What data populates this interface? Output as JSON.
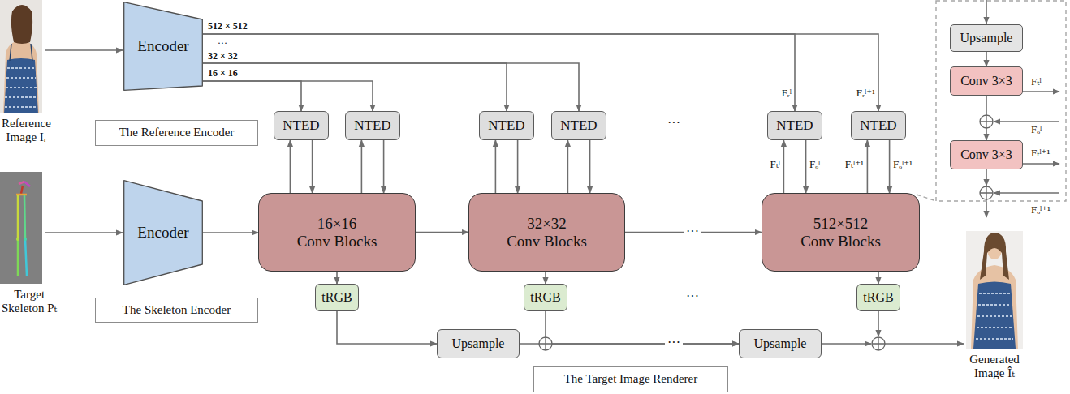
{
  "diagram": {
    "nodes": [
      {
        "text": [
          "Encoder"
        ]
      },
      {
        "text": [
          "The Reference Encoder"
        ]
      },
      {
        "text": [
          "NTED"
        ]
      },
      {
        "text": [
          "NTED"
        ]
      },
      {
        "text": [
          "NTED"
        ]
      },
      {
        "text": [
          "NTED"
        ]
      },
      {
        "text": [
          "NTED"
        ]
      },
      {
        "text": [
          "NTED"
        ]
      },
      {
        "text": [
          "Upsample"
        ]
      },
      {
        "text": [
          "Conv 3×3"
        ]
      },
      {
        "text": [
          "Conv 3×3"
        ]
      },
      {
        "text": [
          "Encoder"
        ]
      },
      {
        "text": [
          "16×16 Conv Blocks"
        ]
      },
      {
        "text": [
          "32×32 Conv Blocks"
        ]
      },
      {
        "text": [
          "512×512 Conv Blocks"
        ]
      },
      {
        "text": [
          "The Skeleton Encoder"
        ]
      },
      {
        "text": [
          "tRGB"
        ]
      },
      {
        "text": [
          "tRGB"
        ]
      },
      {
        "text": [
          "tRGB"
        ]
      },
      {
        "text": [
          "Upsample"
        ]
      },
      {
        "text": [
          "Upsample"
        ]
      },
      {
        "text": [
          "The Target Image Renderer"
        ]
      }
    ],
    "edges": [
      {
        "from": 0,
        "to": 2,
        "arrow": "to"
      },
      {
        "from": 0,
        "to": 3,
        "arrow": "to"
      },
      {
        "from": 0,
        "to": 4,
        "arrow": "to"
      },
      {
        "from": 0,
        "to": 5,
        "arrow": "to"
      },
      {
        "from": 0,
        "to": 6,
        "arrow": "to"
      },
      {
        "from": 0,
        "to": 7,
        "arrow": "to"
      },
      {
        "from": 11,
        "to": 12,
        "arrow": "to"
      },
      {
        "from": 12,
        "to": 2,
        "arrow": "to"
      },
      {
        "from": 2,
        "to": 12,
        "arrow": "to"
      },
      {
        "from": 12,
        "to": 3,
        "arrow": "to"
      },
      {
        "from": 3,
        "to": 12,
        "arrow": "to"
      },
      {
        "from": 13,
        "to": 4,
        "arrow": "to"
      },
      {
        "from": 4,
        "to": 13,
        "arrow": "to"
      },
      {
        "from": 13,
        "to": 5,
        "arrow": "to"
      },
      {
        "from": 5,
        "to": 13,
        "arrow": "to"
      },
      {
        "from": 14,
        "to": 6,
        "arrow": "to"
      },
      {
        "from": 6,
        "to": 14,
        "arrow": "to"
      },
      {
        "from": 14,
        "to": 7,
        "arrow": "to"
      },
      {
        "from": 7,
        "to": 14,
        "arrow": "to"
      },
      {
        "from": 12,
        "to": 13,
        "arrow": "to"
      },
      {
        "from": 13,
        "to": 14,
        "arrow": "to"
      },
      {
        "from": 12,
        "to": 16,
        "arrow": "to"
      },
      {
        "from": 13,
        "to": 17,
        "arrow": "to"
      },
      {
        "from": 14,
        "to": 18,
        "arrow": "to"
      },
      {
        "from": 16,
        "to": 19,
        "arrow": "to"
      },
      {
        "from": 19,
        "to": 20,
        "arrow": "to"
      },
      {
        "from": 17,
        "to": 20,
        "arrow": "to"
      },
      {
        "from": 8,
        "to": 9,
        "arrow": "to"
      },
      {
        "from": 9,
        "to": 10,
        "arrow": "to"
      }
    ],
    "labels": [
      "Reference Image Iᵣ",
      "Target Skeleton Pₜ",
      "Generated Image Îₜ",
      "512 × 512",
      "…",
      "32 × 32",
      "16 × 16",
      "Fᵣˡ",
      "Fᵣˡ⁺¹",
      "Fₜˡ",
      "Fₒˡ",
      "Fₜˡ⁺¹",
      "Fₒˡ⁺¹",
      "Fₜˡ",
      "Fₒˡ",
      "Fₜˡ⁺¹",
      "Fₒˡ⁺¹",
      "···",
      "···",
      "···",
      "···"
    ]
  }
}
